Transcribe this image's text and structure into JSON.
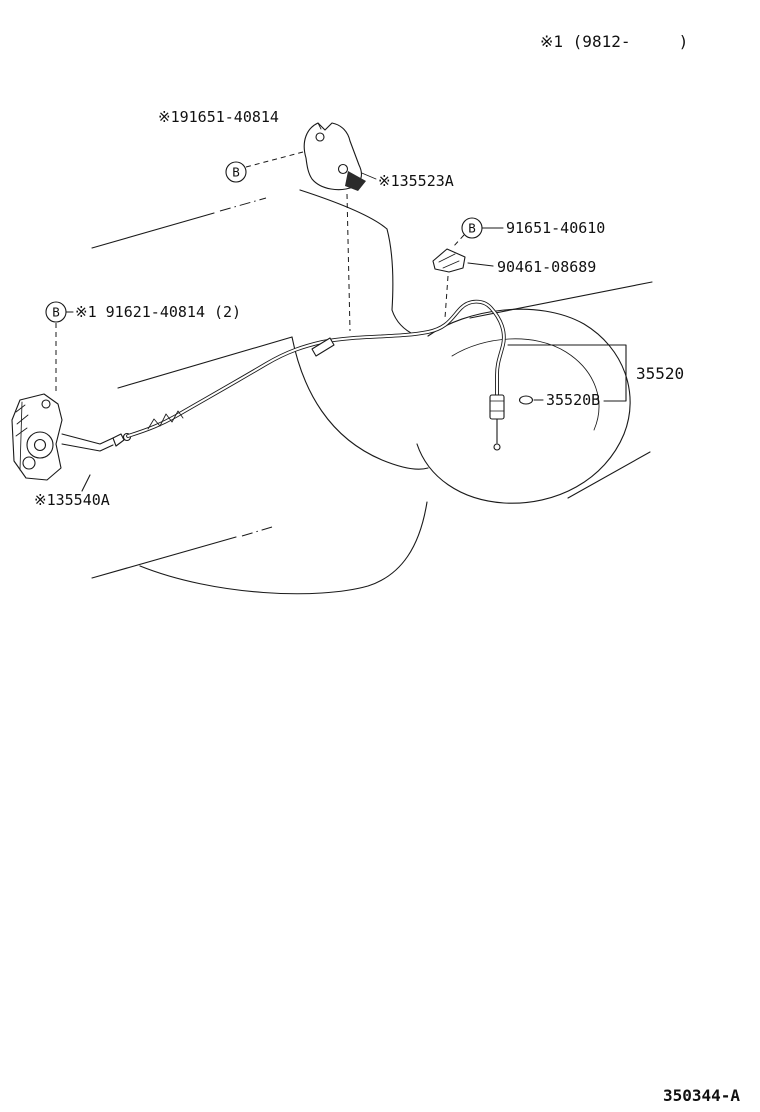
{
  "diagram": {
    "note_top_right": "※1 (9812-     )",
    "footer_code": "350344-A",
    "callout_letter": "B",
    "labels": {
      "bolt_top": "※191651-40814",
      "bracket": "※135523A",
      "bolt_right": "91651-40610",
      "clamp": "90461-08689",
      "bolt_left": "※1 91621-40814 (2)",
      "cable": "35520",
      "clip": "35520B",
      "lever": "※135540A"
    }
  }
}
